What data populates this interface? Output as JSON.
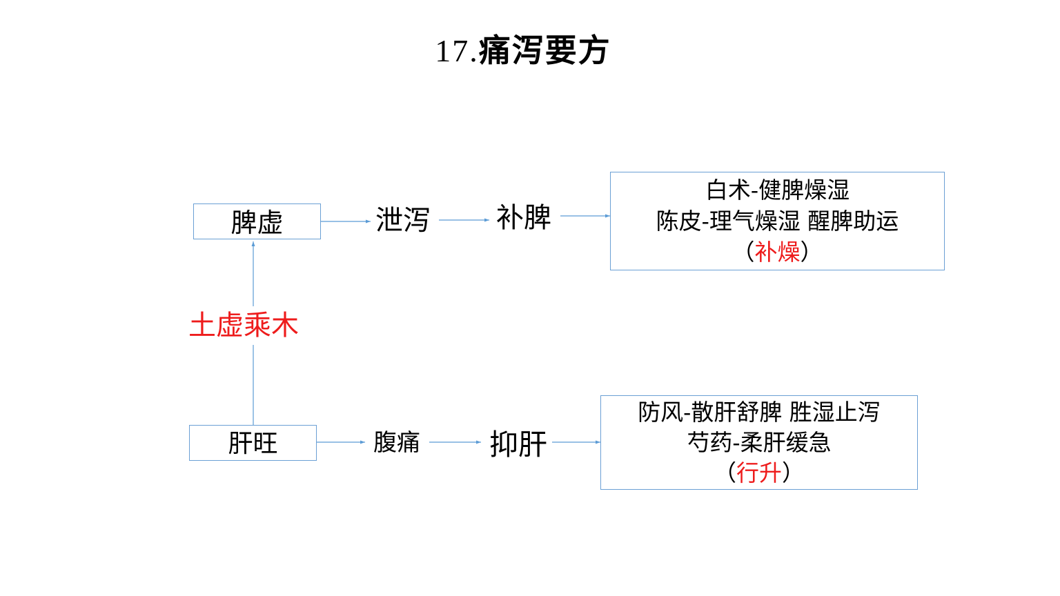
{
  "title": {
    "number": "17.",
    "text": "痛泻要方"
  },
  "colors": {
    "box_border": "#6a9fd4",
    "arrow": "#5b9bd5",
    "highlight": "#ee1c1c"
  },
  "top_row": {
    "cause": "脾虚",
    "symptom": "泄泻",
    "treatment": "补脾",
    "herbs": {
      "line1": "白术-健脾燥湿",
      "line2": "陈皮-理气燥湿  醒脾助运",
      "note_open": "（",
      "note_highlight": "补燥",
      "note_close": "）"
    }
  },
  "relation": {
    "label": "土虚乘木"
  },
  "bottom_row": {
    "cause": "肝旺",
    "symptom": "腹痛",
    "treatment": "抑肝",
    "herbs": {
      "line1": "防风-散肝舒脾  胜湿止泻",
      "line2": "芍药-柔肝缓急",
      "note_open": "（",
      "note_highlight": "行升",
      "note_close": "）"
    }
  }
}
